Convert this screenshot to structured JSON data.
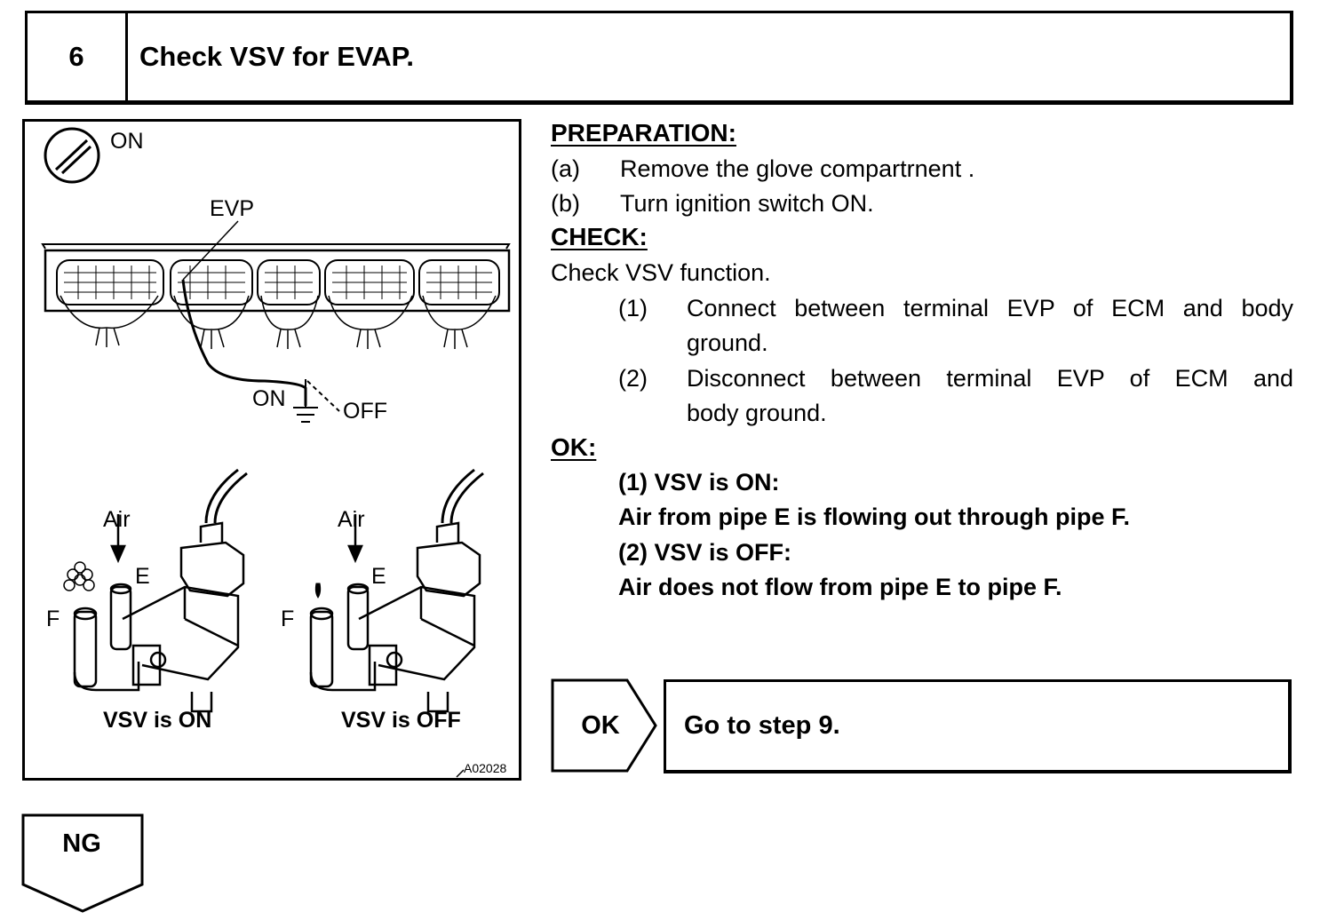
{
  "step": {
    "number": "6",
    "title": "Check VSV for EVAP."
  },
  "figure": {
    "ignition_label": "ON",
    "evp_label": "EVP",
    "ground_on_label": "ON",
    "ground_off_label": "OFF",
    "left_valve": {
      "air_label": "Air",
      "pipe_e": "E",
      "pipe_f": "F",
      "caption": "VSV is ON"
    },
    "right_valve": {
      "air_label": "Air",
      "pipe_e": "E",
      "pipe_f": "F",
      "caption": "VSV is OFF"
    },
    "figure_code": "A02028",
    "icons": [
      "ignition-switch-icon",
      "ecm-connector-icon",
      "ground-icon",
      "vsv-valve-icon",
      "air-arrow-icon"
    ]
  },
  "preparation": {
    "heading": "PREPARATION:",
    "items": [
      {
        "marker": "(a)",
        "text": "Remove the glove compartrnent ."
      },
      {
        "marker": "(b)",
        "text": "Turn ignition switch ON."
      }
    ]
  },
  "check": {
    "heading": "CHECK:",
    "intro": "Check VSV function.",
    "items": [
      {
        "marker": "(1)",
        "line1": "Connect between terminal EVP of ECM and body",
        "line2": "ground."
      },
      {
        "marker": "(2)",
        "line1": "Disconnect between terminal EVP of ECM and",
        "line2": "body ground."
      }
    ]
  },
  "ok": {
    "heading": "OK:",
    "lines": [
      "(1) VSV is ON:",
      "Air from pipe E is flowing out through pipe F.",
      "(2) VSV is OFF:",
      "Air does not flow from pipe E to pipe F."
    ]
  },
  "result_ok": {
    "label": "OK",
    "action": "Go to step 9."
  },
  "result_ng": {
    "label": "NG"
  }
}
